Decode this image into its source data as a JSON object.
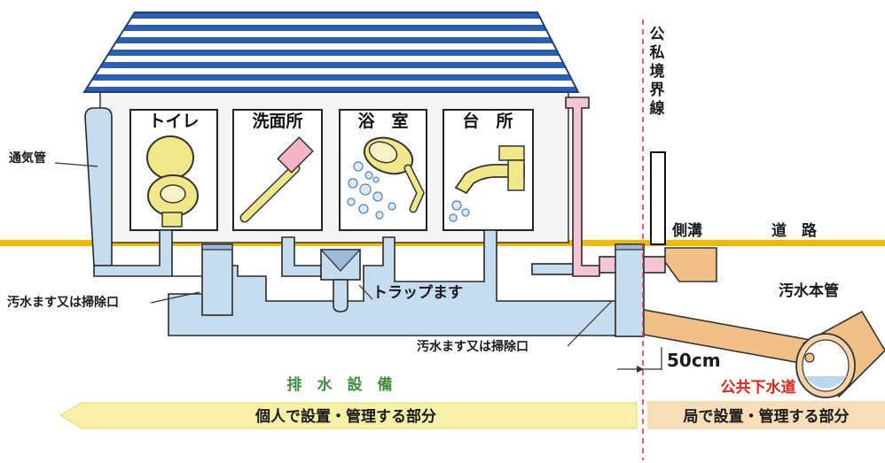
{
  "labels": {
    "boundary": "公私境界線",
    "vent_pipe": "通気管",
    "sewage_box_left": "汚水ます又は掃除口",
    "trap": "トラップます",
    "sewage_box_right": "汚水ます又は掃除口",
    "gutter": "側溝",
    "road": "道　路",
    "main_sewer": "汚水本管",
    "distance": "50cm",
    "drainage_facility": "排　水　設　備",
    "private_part": "個人で設置・管理する部分",
    "public_sewer": "公共下水道",
    "public_part": "局で設置・管理する部分"
  },
  "rooms": [
    {
      "label": "トイレ"
    },
    {
      "label": "洗面所"
    },
    {
      "label": "浴　室"
    },
    {
      "label": "台　所"
    }
  ],
  "colors": {
    "roof_stripe": "#2d5fb0",
    "pipe": "#c6dcef",
    "private_pipe": "#f4c6d4",
    "ground": "#f2b800",
    "private_band": "#f6f0a8",
    "public_band": "#f7ddb8",
    "sewer_pipe": "#f1c089",
    "green_title": "#3e8e3e",
    "red_title": "#e0261c"
  }
}
